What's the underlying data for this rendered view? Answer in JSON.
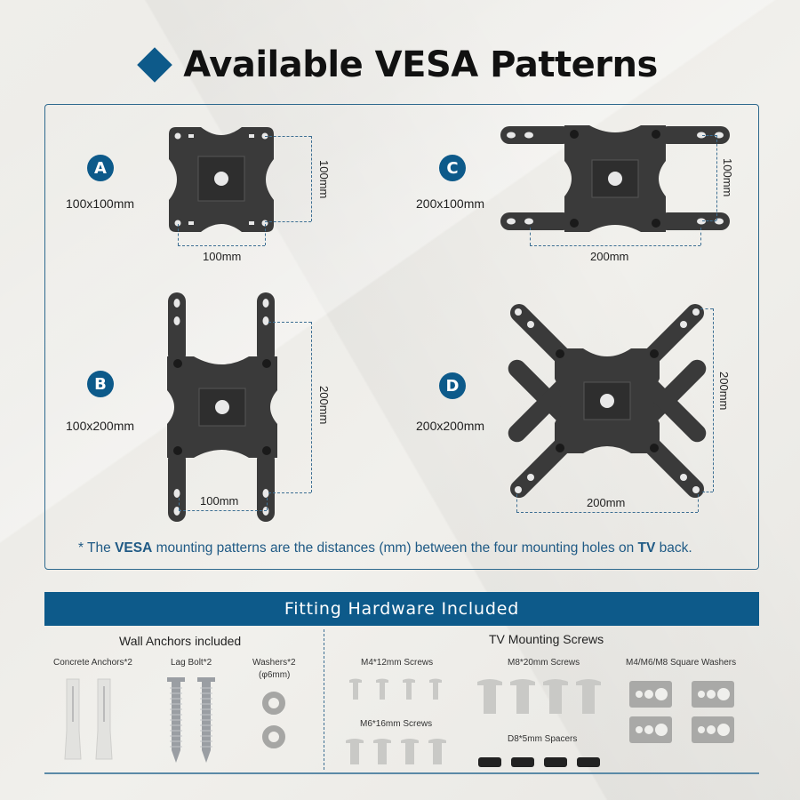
{
  "title": {
    "text": "Available VESA Patterns",
    "icon": "diamond-icon",
    "accent_color": "#0d5a8a"
  },
  "vesa_patterns": [
    {
      "letter": "A",
      "size": "100x100mm",
      "width_dim": "100mm",
      "height_dim": "100mm"
    },
    {
      "letter": "B",
      "size": "100x200mm",
      "width_dim": "100mm",
      "height_dim": "200mm"
    },
    {
      "letter": "C",
      "size": "200x100mm",
      "width_dim": "200mm",
      "height_dim": "100mm"
    },
    {
      "letter": "D",
      "size": "200x200mm",
      "width_dim": "200mm",
      "height_dim": "200mm"
    }
  ],
  "note": {
    "prefix": "* The ",
    "bold1": "VESA",
    "middle": " mounting patterns are the distances (mm) between the four mounting holes on ",
    "bold2": "TV",
    "suffix": " back."
  },
  "hardware": {
    "header": "Fitting Hardware Included",
    "wall_section": {
      "title": "Wall Anchors included",
      "items": [
        {
          "label": "Concrete Anchors*2"
        },
        {
          "label": "Lag Bolt*2"
        },
        {
          "label": "Washers*2",
          "sub": "(φ6mm)"
        }
      ]
    },
    "tv_section": {
      "title": "TV Mounting Screws",
      "items": [
        {
          "label": "M4*12mm Screws"
        },
        {
          "label": "M8*20mm Screws"
        },
        {
          "label": "M4/M6/M8 Square Washers"
        },
        {
          "label": "M6*16mm Screws"
        },
        {
          "label": "D8*5mm Spacers"
        }
      ]
    }
  }
}
